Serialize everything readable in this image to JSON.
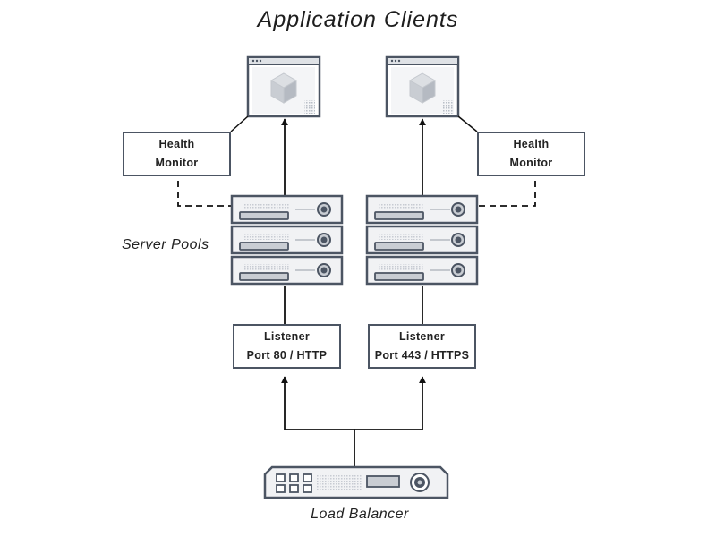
{
  "title": "Application Clients",
  "labels": {
    "server_pools": "Server Pools",
    "load_balancer": "Load Balancer"
  },
  "health_monitors": [
    {
      "line1": "Health",
      "line2": "Monitor"
    },
    {
      "line1": "Health",
      "line2": "Monitor"
    }
  ],
  "listeners": [
    {
      "line1": "Listener",
      "line2": "Port 80 / HTTP"
    },
    {
      "line1": "Listener",
      "line2": "Port 443 / HTTPS"
    }
  ],
  "colors": {
    "stroke": "#4c5563",
    "panel": "#f1f2f4",
    "line": "#111111"
  },
  "icons": {
    "client": "browser-window-icon",
    "server": "rack-server-icon",
    "load_balancer": "load-balancer-appliance-icon"
  }
}
